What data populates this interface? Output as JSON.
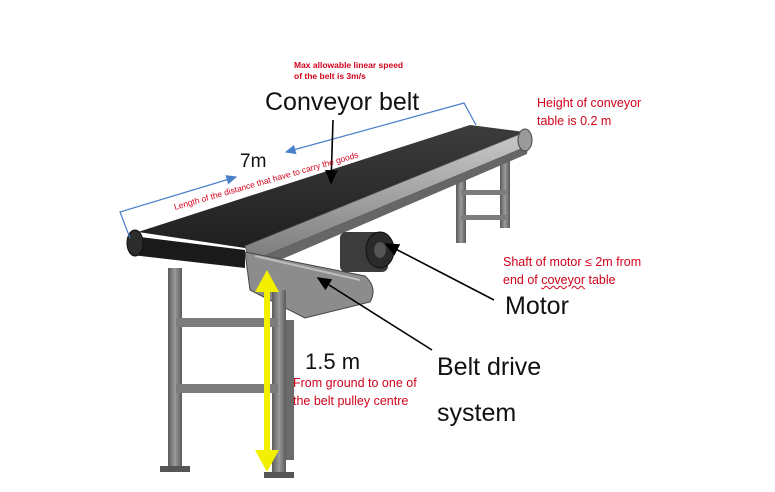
{
  "labels": {
    "max_speed_line1": "Max allowable linear speed",
    "max_speed_line2": "of the belt is 3m/s",
    "conveyor_belt": "Conveyor belt",
    "height_line1": "Height of conveyor",
    "height_line2": "table is 0.2 m",
    "length_value": "7m",
    "length_note": "Length of the distance that have to carry the goods",
    "shaft_line1": "Shaft of motor ≤ 2m from",
    "shaft_line2_prefix": "end of ",
    "shaft_line2_wavy": "coveyor",
    "shaft_line2_suffix": " table",
    "motor": "Motor",
    "height_value": "1.5 m",
    "ground_line1": "From ground to one of",
    "ground_line2": "the belt pulley centre",
    "belt_drive_line1": "Belt drive",
    "belt_drive_line2": "system"
  },
  "colors": {
    "annotation_red": "#d0021b",
    "dimension_blue": "#4a7fc9",
    "height_arrow_yellow": "#f2ef00",
    "belt_dark": "#2b2b2b",
    "frame_grey": "#8a8a8a"
  }
}
